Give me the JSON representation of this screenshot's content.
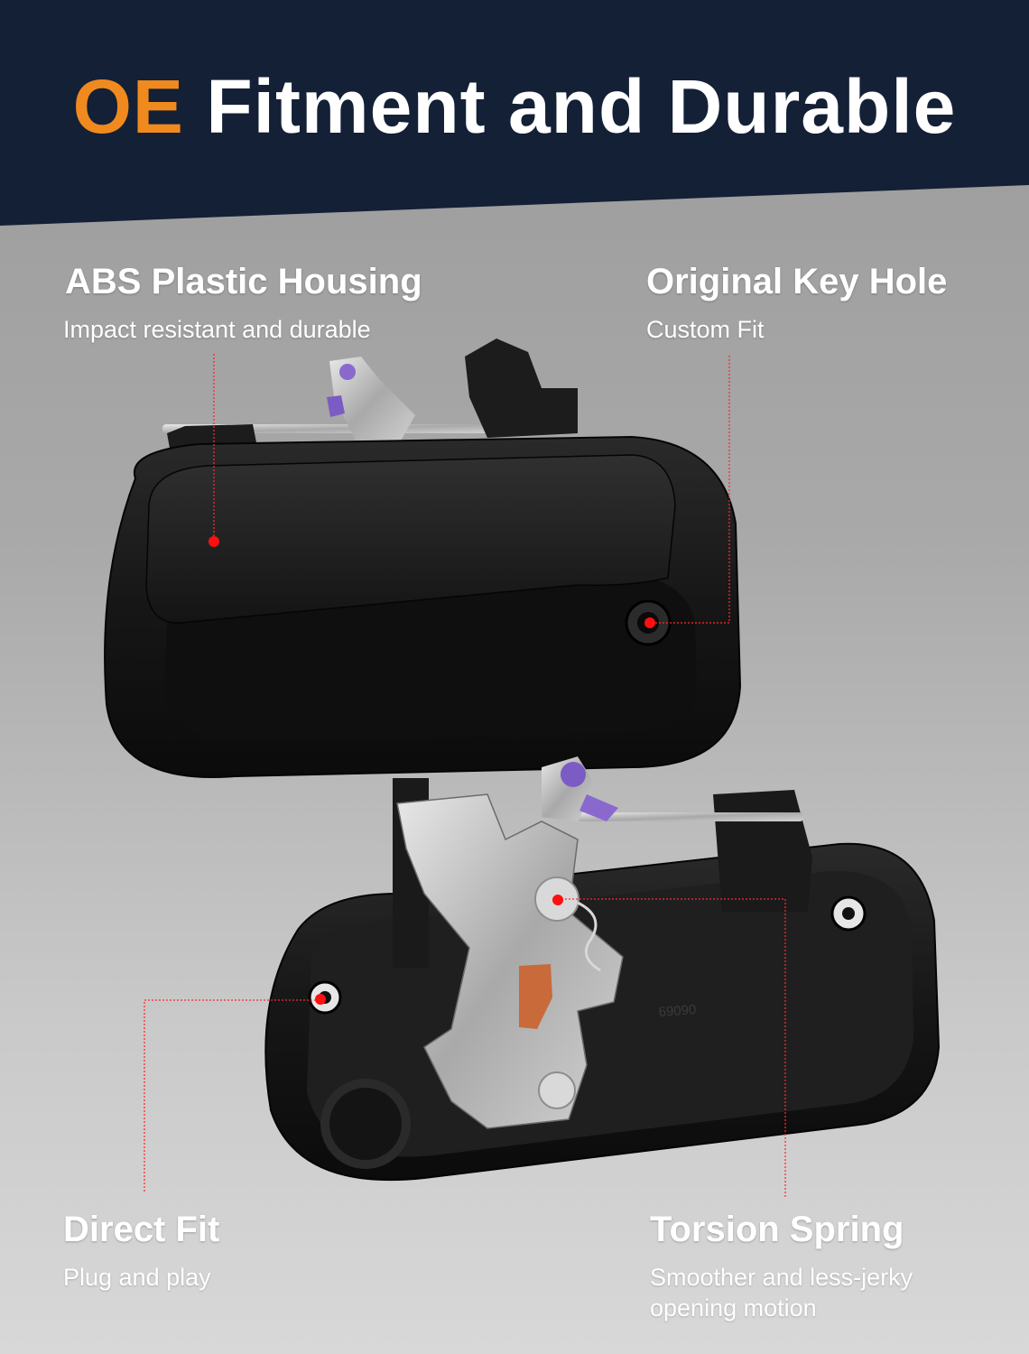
{
  "header": {
    "title_accent": "OE",
    "title_rest": "Fitment and Durable"
  },
  "features": {
    "abs_housing": {
      "title": "ABS Plastic Housing",
      "desc": "Impact resistant and durable"
    },
    "key_hole": {
      "title": "Original Key Hole",
      "desc": "Custom Fit"
    },
    "direct_fit": {
      "title": "Direct Fit",
      "desc": "Plug and play"
    },
    "torsion_spring": {
      "title": "Torsion Spring",
      "desc_line1": "Smoother and less-jerky",
      "desc_line2": "opening motion"
    }
  },
  "product": {
    "part_marking": "69090"
  },
  "colors": {
    "banner": "#132036",
    "accent": "#f08a1e",
    "callout": "#ff1010",
    "handle": "#1a1a1a"
  }
}
